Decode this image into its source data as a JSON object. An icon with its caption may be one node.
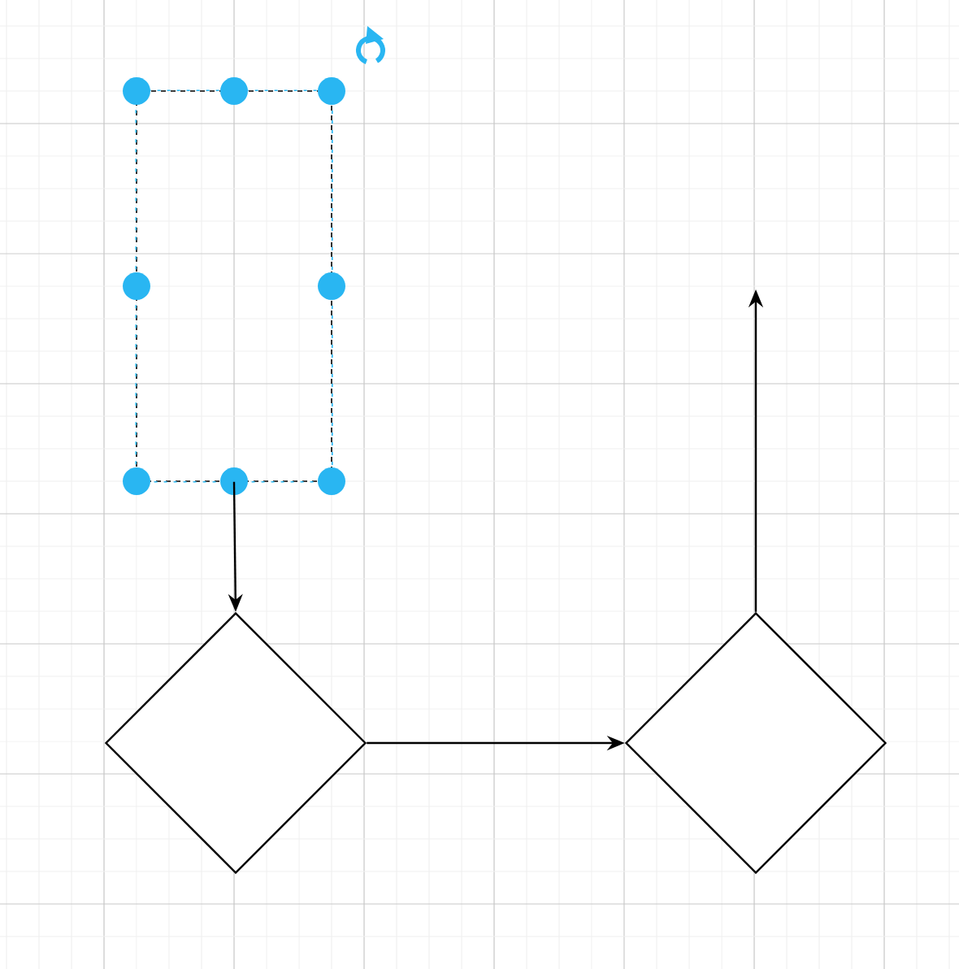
{
  "diagram": {
    "nodes": [
      {
        "text": [],
        "shape": "box"
      },
      {
        "text": [],
        "shape": "diamond"
      },
      {
        "text": [],
        "shape": "diamond"
      }
    ],
    "edges": [
      {
        "from": 0,
        "to": 1,
        "arrow": "to"
      },
      {
        "from": 1,
        "to": 2,
        "arrow": "to"
      },
      {
        "from": 2,
        "to": null,
        "arrow": "to"
      }
    ]
  }
}
